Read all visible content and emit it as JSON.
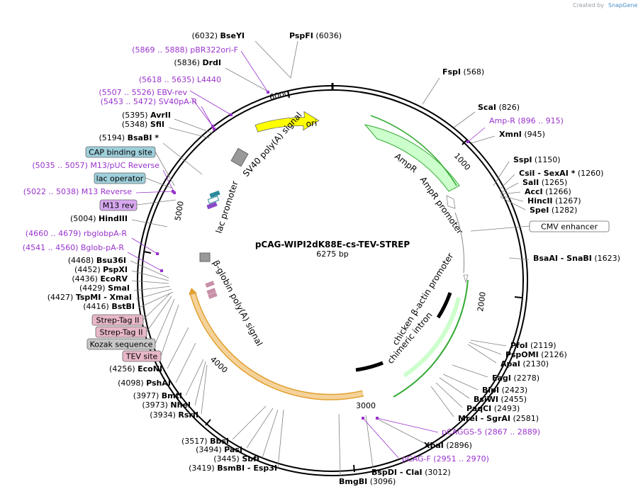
{
  "credit": {
    "prefix": "Created by",
    "brand": "SnapGene"
  },
  "plasmid": {
    "name": "pCAG-WIPI2dK88E-cs-TEV-STREP",
    "length_label": "6275 bp",
    "length": 6275
  },
  "tick_labels": [
    "1000",
    "2000",
    "3000",
    "4000",
    "5000",
    "6000"
  ],
  "features": {
    "ori": "ori",
    "sv40": "SV40 poly(A) signal",
    "lac": "lac promoter",
    "ampr": "AmpR",
    "ampr_promoter": "AmpR promoter",
    "cba": "chicken β-actin promoter",
    "intron": "chimeric intron",
    "bglobin": "β-globin poly(A) signal"
  },
  "sites": [
    {
      "pos": "(6032)",
      "name": "BseYI",
      "side": "L"
    },
    {
      "pos": "(6036)",
      "name": "PspFI",
      "side": "R"
    },
    {
      "pos": "(5836)",
      "name": "DrdI",
      "side": "L"
    },
    {
      "pos": "(5395)",
      "name": "AvrII",
      "side": "L"
    },
    {
      "pos": "(5348)",
      "name": "SfiI",
      "side": "L"
    },
    {
      "pos": "(5194)",
      "name": "BsaBI *",
      "side": "L"
    },
    {
      "pos": "(5004)",
      "name": "HindIII",
      "side": "L"
    },
    {
      "pos": "(4468)",
      "name": "Bsu36I",
      "side": "L"
    },
    {
      "pos": "(4452)",
      "name": "PspXI",
      "side": "L"
    },
    {
      "pos": "(4436)",
      "name": "EcoRV",
      "side": "L"
    },
    {
      "pos": "(4429)",
      "name": "SmaI",
      "side": "L"
    },
    {
      "pos": "(4427)",
      "name": "TspMI  -  XmaI",
      "side": "L"
    },
    {
      "pos": "(4416)",
      "name": "BstBI",
      "side": "L"
    },
    {
      "pos": "(4256)",
      "name": "EcoNI",
      "side": "L"
    },
    {
      "pos": "(4098)",
      "name": "PshAI",
      "side": "L"
    },
    {
      "pos": "(3977)",
      "name": "BmtI",
      "side": "L"
    },
    {
      "pos": "(3973)",
      "name": "NheI",
      "side": "L"
    },
    {
      "pos": "(3934)",
      "name": "RsrII",
      "side": "L"
    },
    {
      "pos": "(3517)",
      "name": "BbsI",
      "side": "L"
    },
    {
      "pos": "(3494)",
      "name": "PasI",
      "side": "L"
    },
    {
      "pos": "(3445)",
      "name": "SbfI",
      "side": "L"
    },
    {
      "pos": "(3419)",
      "name": "BsmBI  -  Esp3I",
      "side": "L"
    },
    {
      "pos": "(3096)",
      "name": "BmgBI",
      "side": "R"
    },
    {
      "pos": "(3012)",
      "name": "BspDI  -  ClaI",
      "side": "R"
    },
    {
      "pos": "(2896)",
      "name": "XbaI",
      "side": "R"
    },
    {
      "pos": "(2581)",
      "name": "MreI  -  SgrAI",
      "side": "R"
    },
    {
      "pos": "(2493)",
      "name": "PaqCI",
      "side": "R"
    },
    {
      "pos": "(2455)",
      "name": "BsiWI",
      "side": "R"
    },
    {
      "pos": "(2423)",
      "name": "BlpI",
      "side": "R"
    },
    {
      "pos": "(2278)",
      "name": "EagI",
      "side": "R"
    },
    {
      "pos": "(2130)",
      "name": "ApaI",
      "side": "R"
    },
    {
      "pos": "(2126)",
      "name": "PspOMI",
      "side": "R"
    },
    {
      "pos": "(2119)",
      "name": "PfoI",
      "side": "R"
    },
    {
      "pos": "(1623)",
      "name": "BsaAI  -  SnaBI",
      "side": "R"
    },
    {
      "pos": "(1282)",
      "name": "SpeI",
      "side": "R"
    },
    {
      "pos": "(1267)",
      "name": "HincII",
      "side": "R"
    },
    {
      "pos": "(1266)",
      "name": "AccI",
      "side": "R"
    },
    {
      "pos": "(1265)",
      "name": "SalI",
      "side": "R"
    },
    {
      "pos": "(1260)",
      "name": "CsiI  -  SexAI *",
      "side": "R"
    },
    {
      "pos": "(1150)",
      "name": "SspI",
      "side": "R"
    },
    {
      "pos": "(945)",
      "name": "XmnI",
      "side": "R"
    },
    {
      "pos": "(826)",
      "name": "ScaI",
      "side": "R"
    },
    {
      "pos": "(568)",
      "name": "FspI",
      "side": "R"
    }
  ],
  "primers": [
    {
      "text": "(5869 .. 5888)  pBR322ori-F"
    },
    {
      "text": "(5618 .. 5635)  L4440"
    },
    {
      "text": "(5507 .. 5526)  EBV-rev"
    },
    {
      "text": "(5453 .. 5472)  SV40pA-R"
    },
    {
      "text": "(5035 .. 5057)  M13/pUC Reverse"
    },
    {
      "text": "(5022 .. 5038)  M13 Reverse"
    },
    {
      "text": "(4660 .. 4679)  rbglobpA-R"
    },
    {
      "text": "(4541 .. 4560)  Bglob-pA-R"
    },
    {
      "text": "Amp-R    (896 .. 915)"
    },
    {
      "text": "pCAGGS-5     (2867 .. 2889)"
    },
    {
      "text": "pCAG-F     (2951 .. 2970)"
    }
  ],
  "boxes": [
    {
      "text": "CAP binding site",
      "color": "#9fd0dc"
    },
    {
      "text": "lac operator",
      "color": "#9fd0dc"
    },
    {
      "text": "M13 rev",
      "color": "#d8a8f0"
    },
    {
      "text": "Strep-Tag II",
      "color": "#e8b8c8"
    },
    {
      "text": "Strep-Tag II",
      "color": "#e8b8c8"
    },
    {
      "text": "Kozak sequence",
      "color": "#c8c8c8"
    },
    {
      "text": "TEV site",
      "color": "#e8b8c8"
    },
    {
      "text": "CMV enhancer",
      "color": "#ffffff"
    }
  ],
  "colors": {
    "ori": "#ffff00",
    "ampr": "#ccffcc",
    "ampr_edge": "#33aa33",
    "bglobin": "#f5d29a",
    "bglobin_edge": "#e0a030",
    "backbone": "#000000",
    "purple": "#9933cc"
  }
}
